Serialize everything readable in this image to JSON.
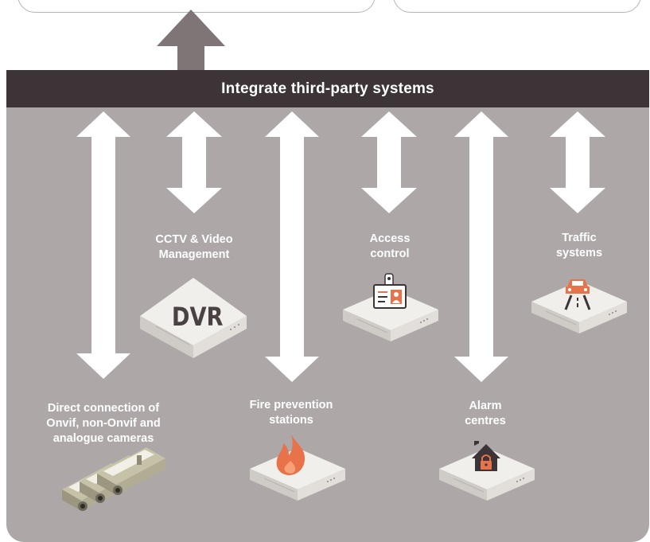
{
  "header": {
    "title": "Integrate third-party systems"
  },
  "colors": {
    "band": "#3c3436",
    "panel": "#ada7a7",
    "accent": "#e8734a",
    "up_arrow": "#7f7577"
  },
  "nodes": [
    {
      "id": "cameras",
      "label_lines": [
        "Direct connection of",
        "Onvif, non-Onvif and",
        "analogue cameras"
      ],
      "icon": "cameras-icon"
    },
    {
      "id": "cctv",
      "label_lines": [
        "CCTV & Video",
        "Management"
      ],
      "icon": "dvr-icon",
      "device_text": "DVR"
    },
    {
      "id": "fire",
      "label_lines": [
        "Fire prevention",
        "stations"
      ],
      "icon": "fire-icon"
    },
    {
      "id": "access",
      "label_lines": [
        "Access",
        "control"
      ],
      "icon": "id-badge-icon"
    },
    {
      "id": "alarm",
      "label_lines": [
        "Alarm",
        "centres"
      ],
      "icon": "house-lock-icon"
    },
    {
      "id": "traffic",
      "label_lines": [
        "Traffic",
        "systems"
      ],
      "icon": "car-road-icon"
    }
  ]
}
